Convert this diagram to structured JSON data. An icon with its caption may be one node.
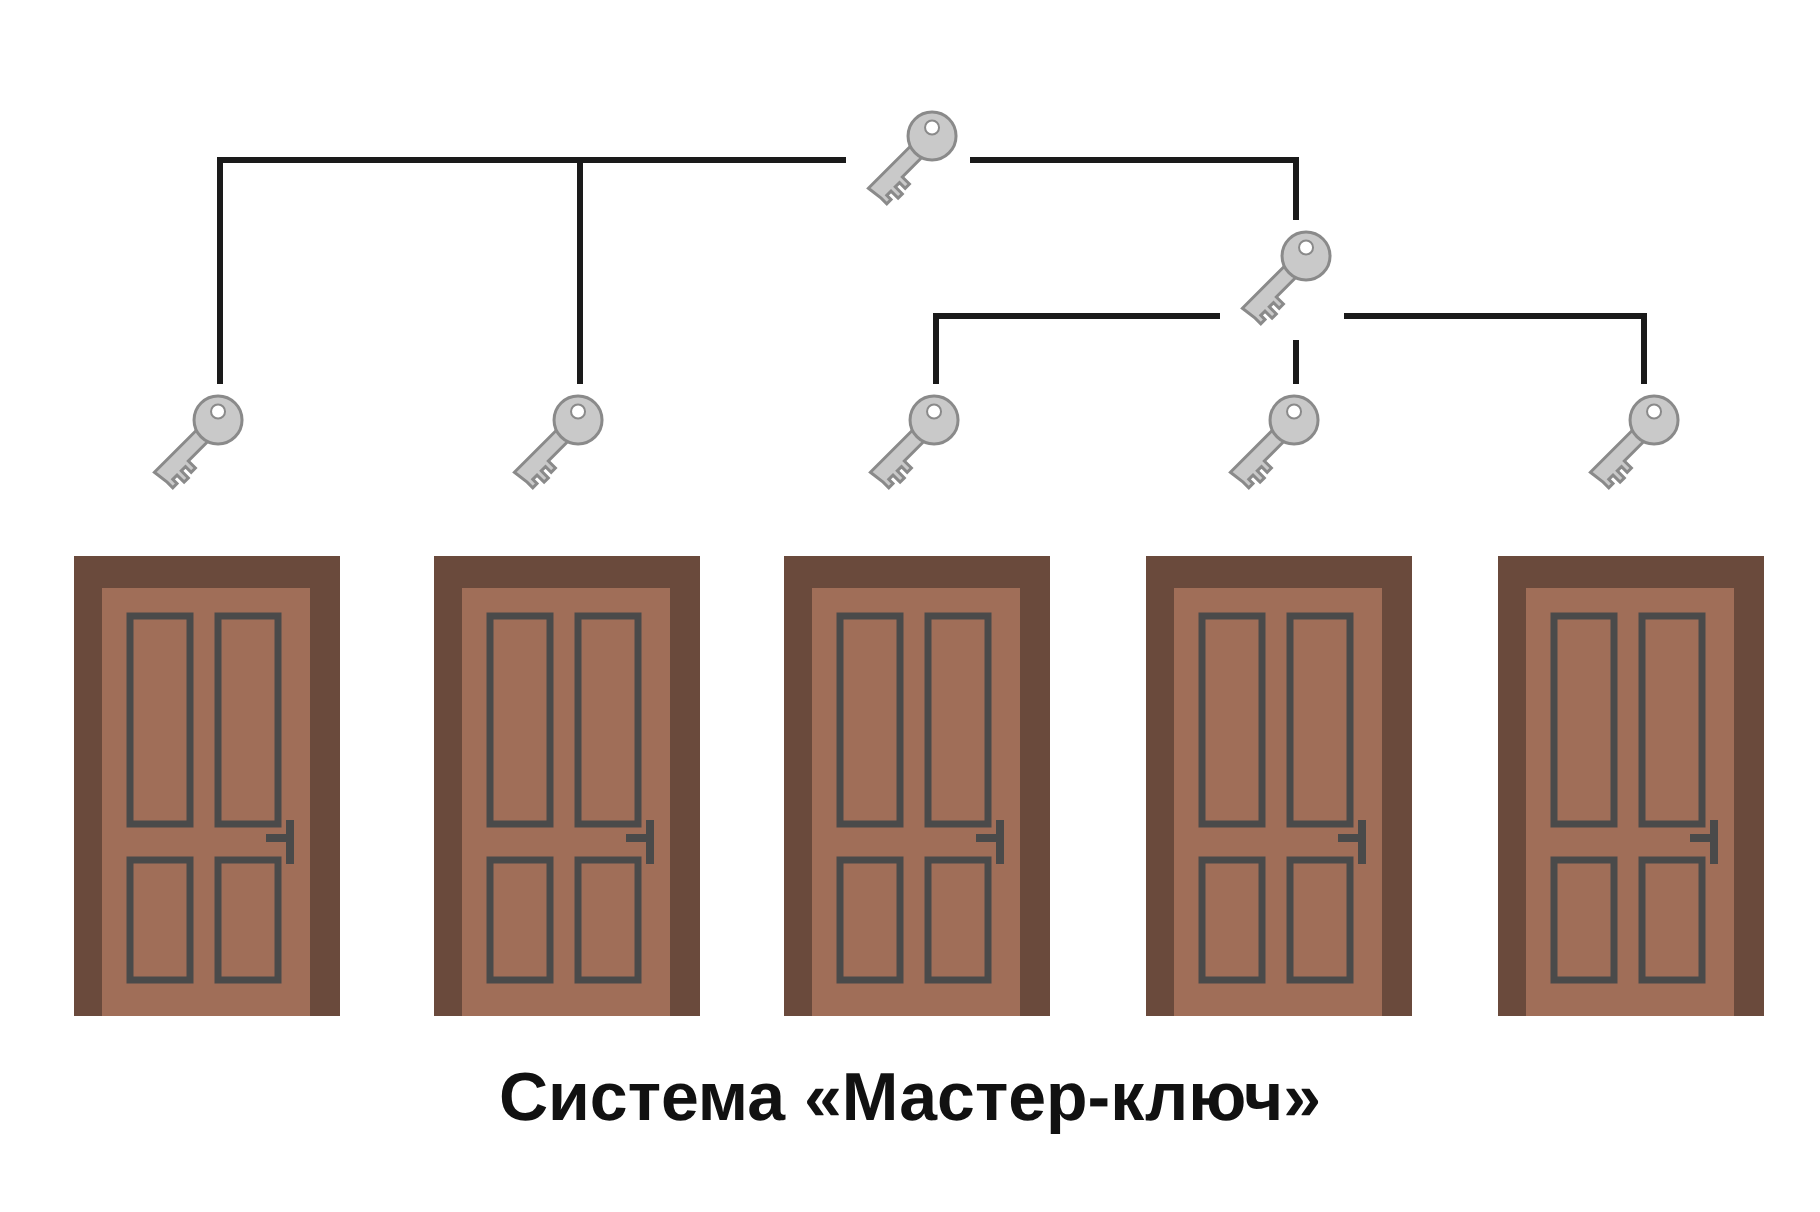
{
  "diagram": {
    "title": "Система «Мастер-ключ»",
    "nodes": [
      {
        "text": [],
        "shape": "picture"
      },
      {
        "text": [],
        "shape": "picture"
      },
      {
        "text": [],
        "shape": "picture"
      },
      {
        "text": [],
        "shape": "picture"
      },
      {
        "text": [],
        "shape": "picture"
      },
      {
        "text": [],
        "shape": "picture"
      },
      {
        "text": [],
        "shape": "picture"
      }
    ],
    "edges": [
      {
        "from": 0,
        "to": 2,
        "arrow": "none"
      },
      {
        "from": 0,
        "to": 3,
        "arrow": "none"
      },
      {
        "from": 0,
        "to": 1,
        "arrow": "none"
      },
      {
        "from": 1,
        "to": 4,
        "arrow": "none"
      },
      {
        "from": 1,
        "to": 5,
        "arrow": "none"
      },
      {
        "from": 1,
        "to": 6,
        "arrow": "none"
      }
    ]
  }
}
